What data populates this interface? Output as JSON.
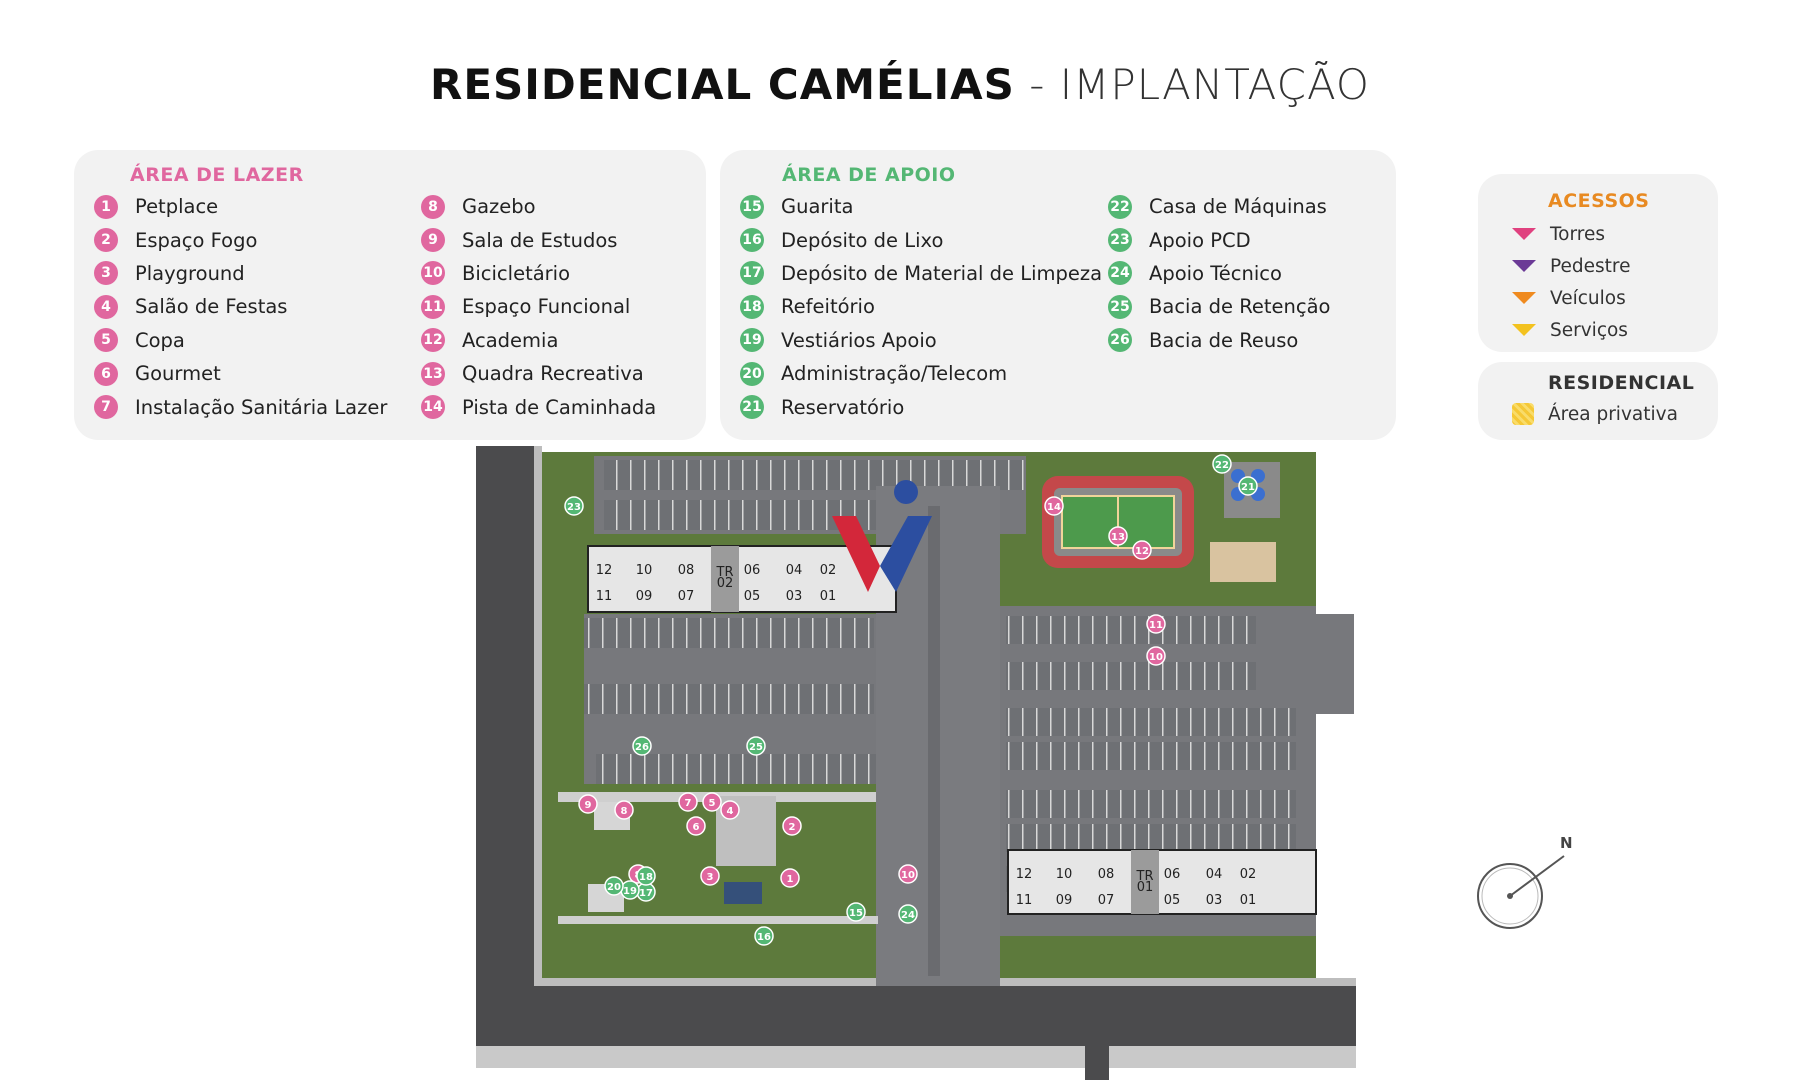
{
  "title": {
    "bold": "RESIDENCIAL CAMÉLIAS",
    "light": " - IMPLANTAÇÃO"
  },
  "lazer": {
    "heading": "ÁREA DE LAZER",
    "color": "#e0679f",
    "col1": [
      {
        "n": "1",
        "label": "Petplace"
      },
      {
        "n": "2",
        "label": "Espaço Fogo"
      },
      {
        "n": "3",
        "label": "Playground"
      },
      {
        "n": "4",
        "label": "Salão de Festas"
      },
      {
        "n": "5",
        "label": "Copa"
      },
      {
        "n": "6",
        "label": "Gourmet"
      },
      {
        "n": "7",
        "label": "Instalação Sanitária Lazer"
      }
    ],
    "col2": [
      {
        "n": "8",
        "label": "Gazebo"
      },
      {
        "n": "9",
        "label": "Sala de Estudos"
      },
      {
        "n": "10",
        "label": "Bicicletário"
      },
      {
        "n": "11",
        "label": "Espaço Funcional"
      },
      {
        "n": "12",
        "label": "Academia"
      },
      {
        "n": "13",
        "label": "Quadra Recreativa"
      },
      {
        "n": "14",
        "label": "Pista de Caminhada"
      }
    ]
  },
  "apoio": {
    "heading": "ÁREA DE APOIO",
    "color": "#54b774",
    "col1": [
      {
        "n": "15",
        "label": "Guarita"
      },
      {
        "n": "16",
        "label": "Depósito de Lixo"
      },
      {
        "n": "17",
        "label": "Depósito de Material de Limpeza"
      },
      {
        "n": "18",
        "label": "Refeitório"
      },
      {
        "n": "19",
        "label": "Vestiários Apoio"
      },
      {
        "n": "20",
        "label": "Administração/Telecom"
      },
      {
        "n": "21",
        "label": "Reservatório"
      }
    ],
    "col2": [
      {
        "n": "22",
        "label": "Casa de Máquinas"
      },
      {
        "n": "23",
        "label": "Apoio PCD"
      },
      {
        "n": "24",
        "label": "Apoio Técnico"
      },
      {
        "n": "25",
        "label": "Bacia de Retenção"
      },
      {
        "n": "26",
        "label": "Bacia de Reuso"
      }
    ]
  },
  "acessos": {
    "heading": "ACESSOS",
    "color": "#e88a22",
    "items": [
      {
        "label": "Torres",
        "color": "#e0417f"
      },
      {
        "label": "Pedestre",
        "color": "#6b3a96"
      },
      {
        "label": "Veículos",
        "color": "#ef8a1f"
      },
      {
        "label": "Serviços",
        "color": "#f3c21f"
      }
    ]
  },
  "residencial": {
    "heading": "RESIDENCIAL",
    "item": "Área privativa"
  },
  "plan": {
    "tower2": {
      "label": "TR\n02",
      "top": [
        "12",
        "10",
        "08",
        "06",
        "04",
        "02"
      ],
      "bottom": [
        "11",
        "09",
        "07",
        "05",
        "03",
        "01"
      ]
    },
    "tower1": {
      "label": "TR\n01",
      "top": [
        "12",
        "10",
        "08",
        "06",
        "04",
        "02"
      ],
      "bottom": [
        "11",
        "09",
        "07",
        "05",
        "03",
        "01"
      ]
    },
    "markers": [
      "1",
      "2",
      "3",
      "4",
      "5",
      "6",
      "7",
      "8",
      "8",
      "9",
      "10",
      "10",
      "11",
      "12",
      "13",
      "14",
      "15",
      "16",
      "17",
      "18",
      "19",
      "20",
      "21",
      "22",
      "23",
      "24",
      "25",
      "26"
    ]
  },
  "compass": {
    "label": "N"
  }
}
